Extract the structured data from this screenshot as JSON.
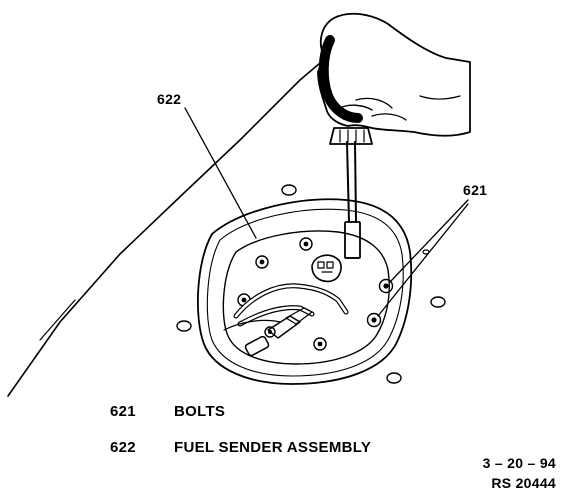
{
  "callouts": {
    "upper_left": "622",
    "upper_right": "621"
  },
  "legend": [
    {
      "number": "621",
      "description": "BOLTS"
    },
    {
      "number": "622",
      "description": "FUEL SENDER ASSEMBLY"
    }
  ],
  "stamp": {
    "date": "3 – 20 – 94",
    "ref": "RS 20444"
  },
  "colors": {
    "ink": "#000000",
    "paper": "#ffffff"
  }
}
